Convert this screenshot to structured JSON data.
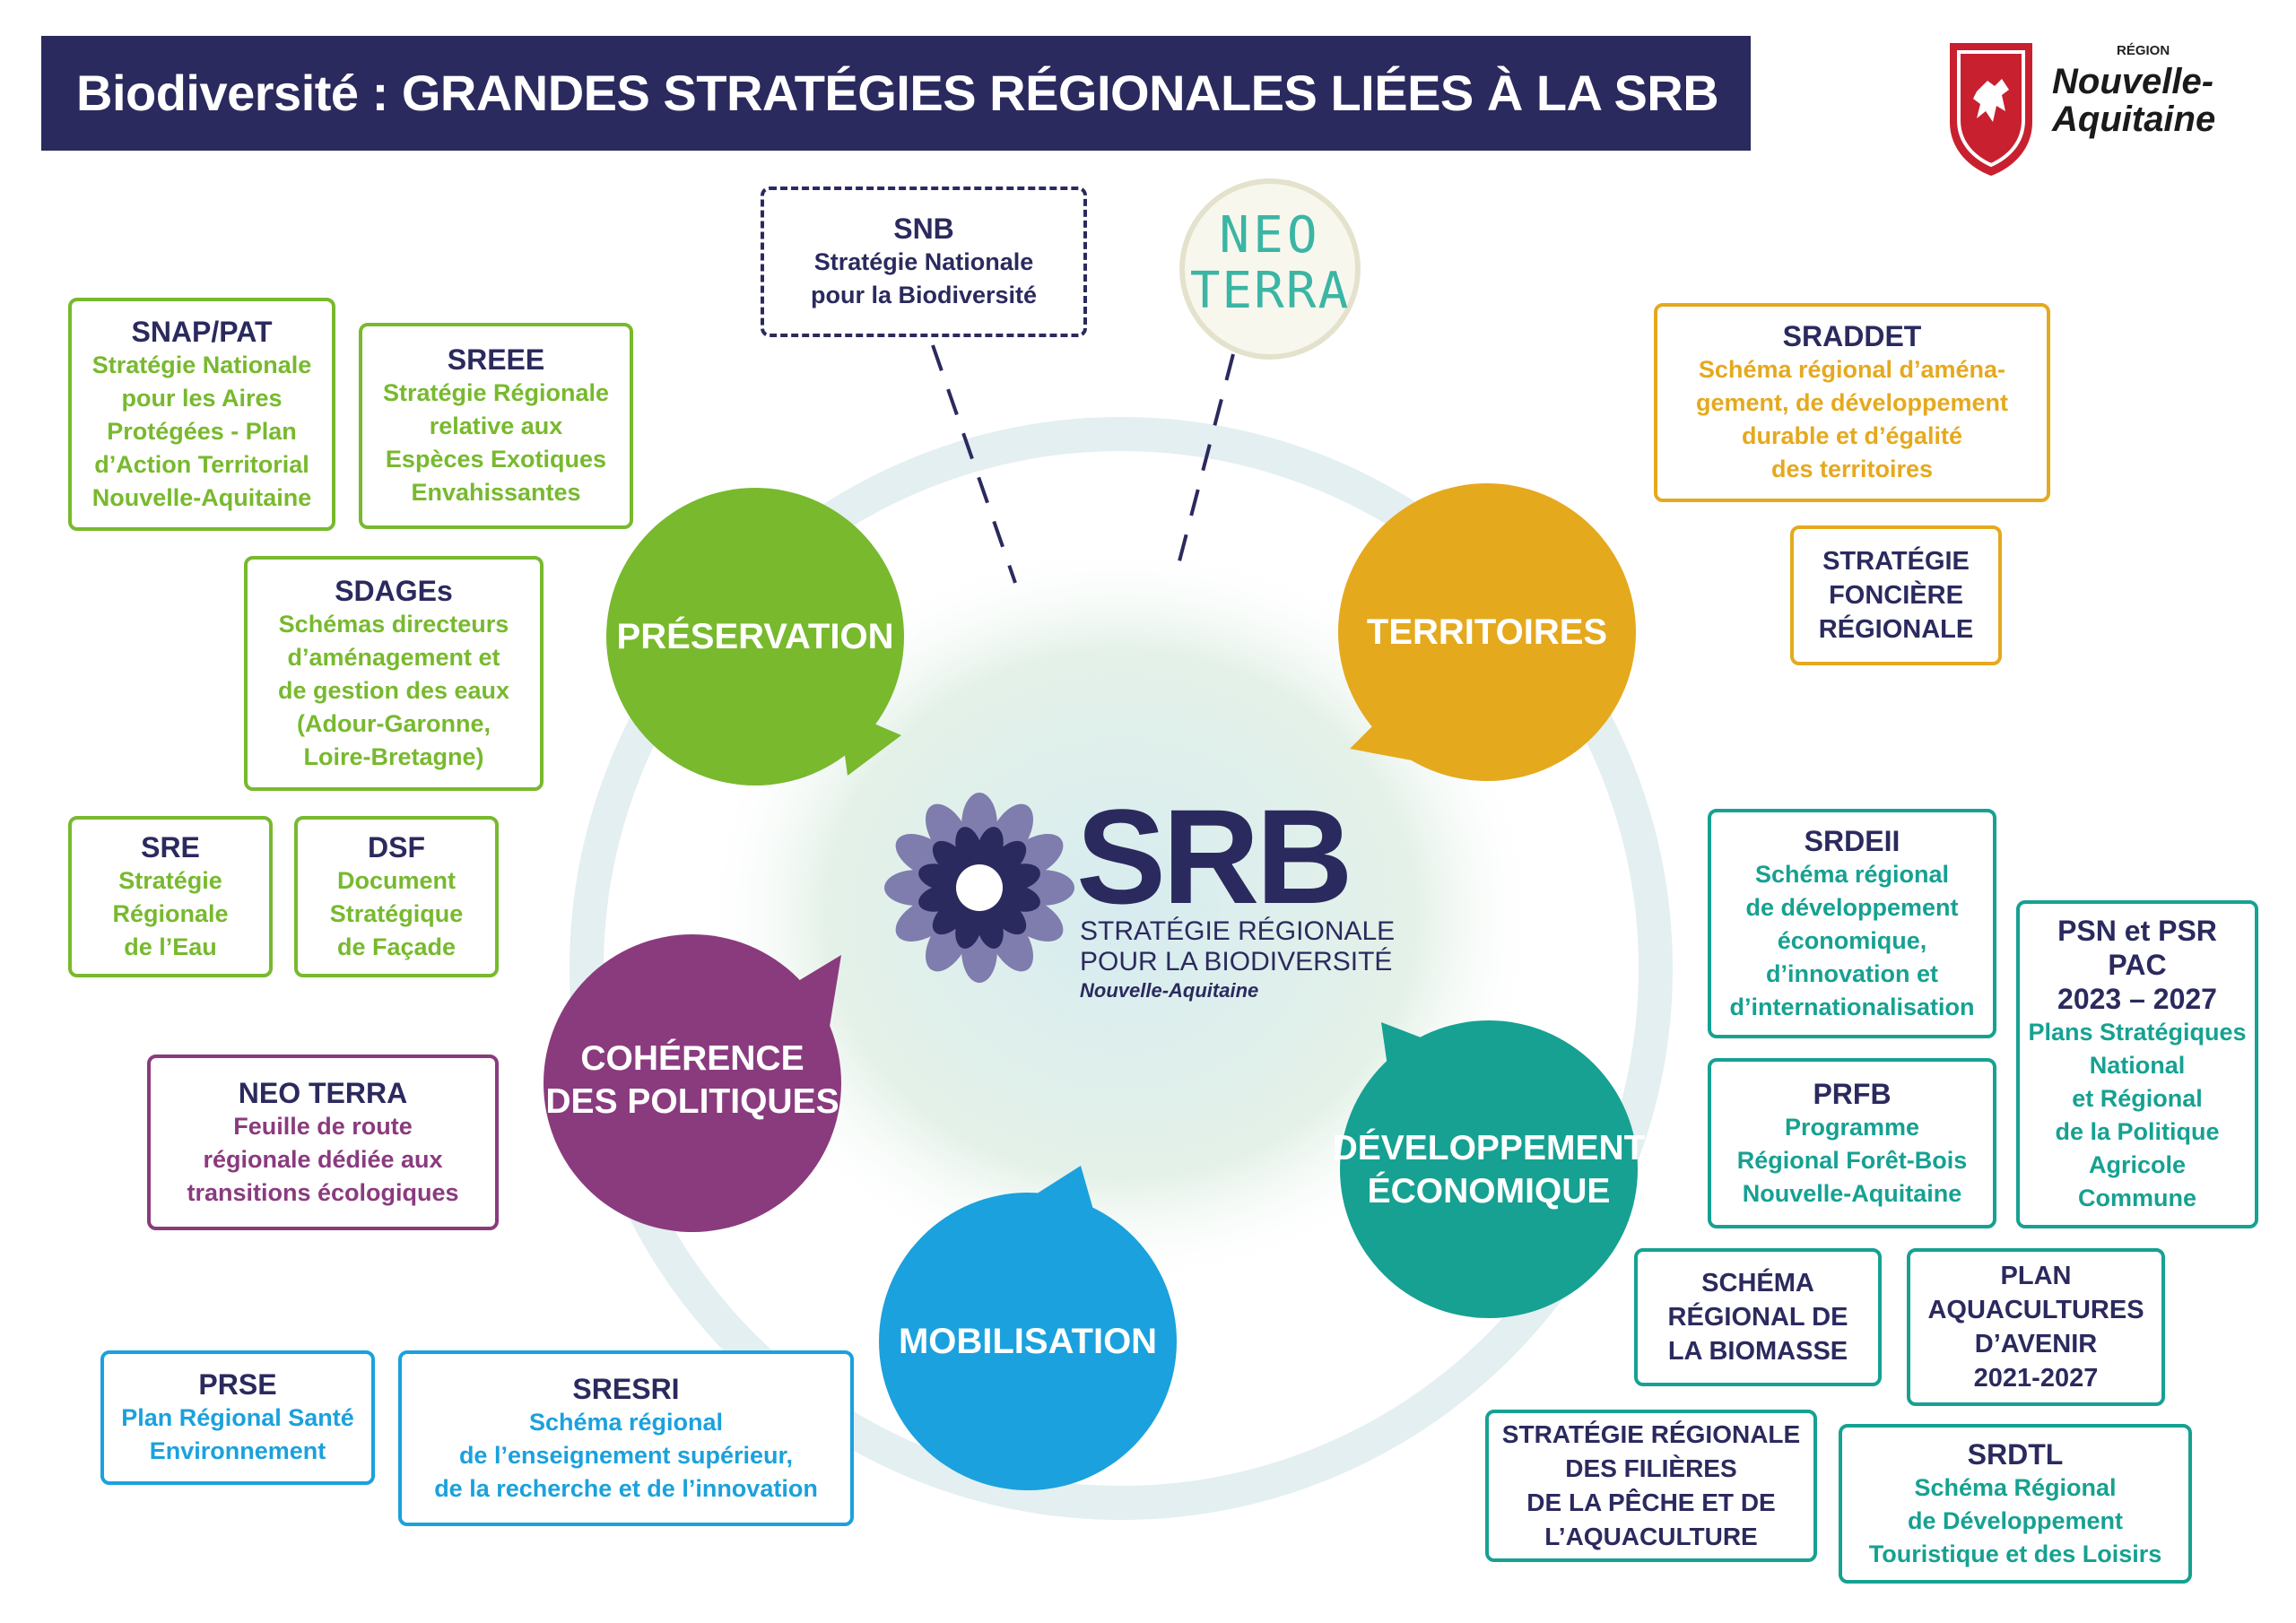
{
  "header": {
    "title": "Biodiversité : GRANDES STRATÉGIES RÉGIONALES LIÉES À LA SRB"
  },
  "logo": {
    "small": "RÉGION",
    "line1": "Nouvelle-",
    "line2": "Aquitaine"
  },
  "neo_terra_badge": {
    "line1": "NEO",
    "line2": "TERRA"
  },
  "center": {
    "acronym": "SRB",
    "subtitle": "STRATÉGIE RÉGIONALE\nPOUR LA BIODIVERSITÉ",
    "place": "Nouvelle-Aquitaine"
  },
  "bubbles": {
    "preservation": "PRÉSERVATION",
    "territoires": "TERRITOIRES",
    "coherence": "COHÉRENCE\nDES POLITIQUES",
    "developpement": "DÉVELOPPEMENT\nÉCONOMIQUE",
    "mobilisation": "MOBILISATION"
  },
  "boxes": {
    "snb": {
      "title": "SNB",
      "desc": "Stratégie Nationale\npour la Biodiversité"
    },
    "snap": {
      "title": "SNAP/PAT",
      "desc": "Stratégie Nationale\npour les Aires\nProtégées - Plan\nd’Action Territorial\nNouvelle-Aquitaine"
    },
    "sreee": {
      "title": "SREEE",
      "desc": "Stratégie Régionale\nrelative aux\nEspèces Exotiques\nEnvahissantes"
    },
    "sdages": {
      "title": "SDAGEs",
      "desc": "Schémas directeurs\nd’aménagement et\nde gestion des eaux\n(Adour-Garonne,\nLoire-Bretagne)"
    },
    "sre": {
      "title": "SRE",
      "desc": "Stratégie\nRégionale\nde l’Eau"
    },
    "dsf": {
      "title": "DSF",
      "desc": "Document\nStratégique\nde Façade"
    },
    "neoterra": {
      "title": "NEO TERRA",
      "desc": "Feuille de route\nrégionale dédiée aux\ntransitions écologiques"
    },
    "prse": {
      "title": "PRSE",
      "desc": "Plan Régional Santé\nEnvironnement"
    },
    "sresri": {
      "title": "SRESRI",
      "desc": "Schéma régional\nde l’enseignement supérieur,\nde la recherche et de l’innovation"
    },
    "sraddet": {
      "title": "SRADDET",
      "desc": "Schéma régional d’aména-\ngement, de développement\ndurable et d’égalité\ndes territoires"
    },
    "fonciere": {
      "title": "STRATÉGIE\nFONCIÈRE\nRÉGIONALE"
    },
    "srdeii": {
      "title": "SRDEII",
      "desc": "Schéma régional\nde développement\néconomique,\nd’innovation et\nd’internationalisation"
    },
    "psn": {
      "title": "PSN et PSR\nPAC\n2023 – 2027",
      "desc": "Plans Stratégiques\nNational\net Régional\nde la Politique\nAgricole\nCommune"
    },
    "prfb": {
      "title": "PRFB",
      "desc": "Programme\nRégional Forêt-Bois\nNouvelle-Aquitaine"
    },
    "biomasse": {
      "title": "SCHÉMA\nRÉGIONAL DE\nLA BIOMASSE"
    },
    "aquacultures": {
      "title": "PLAN\nAQUACULTURES\nD’AVENIR\n2021-2027"
    },
    "peche": {
      "title": "STRATÉGIE RÉGIONALE\nDES FILIÈRES\nDE LA PÊCHE ET DE\nL’AQUACULTURE"
    },
    "srdtl": {
      "title": "SRDTL",
      "desc": "Schéma Régional\nde Développement\nTouristique et des Loisirs"
    }
  },
  "colors": {
    "navy": "#2b2a5e",
    "green": "#78b92e",
    "orange": "#e5a91e",
    "teal": "#16a192",
    "purple": "#8a3b7e",
    "blue": "#1ba1dd",
    "red": "#c8202f"
  }
}
